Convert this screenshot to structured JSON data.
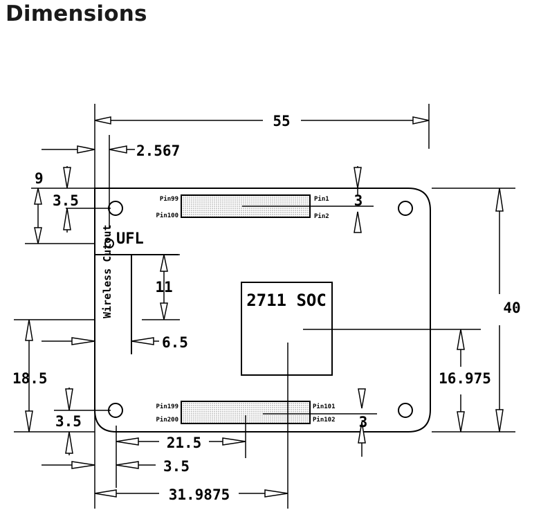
{
  "page": {
    "title": "Dimensions"
  },
  "drawing": {
    "board_width": "55",
    "board_height": "40",
    "left_hole_offset": "2.567",
    "top_edge_to_hole": "9",
    "hole_inset_top": "3.5",
    "hole_inset_bottom": "3.5",
    "ufl_label": "UFL",
    "wireless_cutout_label": "Wireless Cutout",
    "cutout_height": "11",
    "cutout_width": "6.5",
    "lower_offset": "18.5",
    "soc_label": "2711 SOC",
    "soc_center_y": "16.975",
    "connector_top_spacing": "3",
    "connector_bottom_spacing": "3",
    "connector_bottom_offset": "21.5",
    "bottom_hole_x": "3.5",
    "soc_center_x": "31.9875",
    "pins": {
      "top_left_1": "Pin99",
      "top_left_2": "Pin100",
      "top_right_1": "Pin1",
      "top_right_2": "Pin2",
      "bottom_left_1": "Pin199",
      "bottom_left_2": "Pin200",
      "bottom_right_1": "Pin101",
      "bottom_right_2": "Pin102"
    }
  }
}
